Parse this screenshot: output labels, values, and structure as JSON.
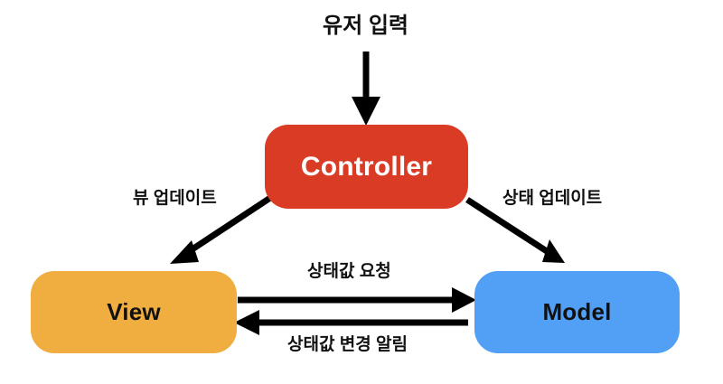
{
  "diagram": {
    "title": "MVC pattern flow diagram",
    "background_color": "#ffffff",
    "nodes": [
      {
        "id": "controller",
        "label": "Controller",
        "fill": "#D93B25",
        "text_color": "#ffffff"
      },
      {
        "id": "view",
        "label": "View",
        "fill": "#EFAE3F",
        "text_color": "#111111"
      },
      {
        "id": "model",
        "label": "Model",
        "fill": "#51A0F5",
        "text_color": "#111111"
      }
    ],
    "edges": [
      {
        "id": "user-input",
        "label": "유저 입력",
        "from": "user",
        "to": "controller",
        "direction": "down"
      },
      {
        "id": "view-update",
        "label": "뷰 업데이트",
        "from": "controller",
        "to": "view",
        "direction": "down-left"
      },
      {
        "id": "state-update",
        "label": "상태 업데이트",
        "from": "controller",
        "to": "model",
        "direction": "down-right"
      },
      {
        "id": "state-request",
        "label": "상태값 요청",
        "from": "view",
        "to": "model",
        "direction": "right"
      },
      {
        "id": "state-notify",
        "label": "상태값 변경 알림",
        "from": "model",
        "to": "view",
        "direction": "left"
      }
    ],
    "arrow_color": "#000000"
  }
}
